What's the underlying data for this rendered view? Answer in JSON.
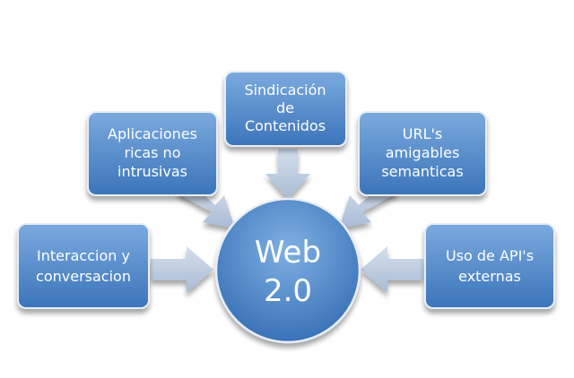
{
  "center": {
    "lines": [
      "Web",
      "2.0"
    ]
  },
  "nodes": [
    {
      "id": "interaccion",
      "lines": [
        "Interaccion y",
        "conversacion"
      ]
    },
    {
      "id": "aplicaciones",
      "lines": [
        "Aplicaciones",
        "ricas no",
        "intrusivas"
      ]
    },
    {
      "id": "sindicacion",
      "lines": [
        "Sindicación",
        "de",
        "Contenidos"
      ]
    },
    {
      "id": "urls",
      "lines": [
        "URL's",
        "amigables",
        "semanticas"
      ]
    },
    {
      "id": "apis",
      "lines": [
        "Uso de API's",
        "externas"
      ]
    }
  ],
  "colors": {
    "box_top": "#6fa0d6",
    "box_bottom": "#3f78bd",
    "arrow": "#b9c9de",
    "outline": "#eef3f9"
  }
}
